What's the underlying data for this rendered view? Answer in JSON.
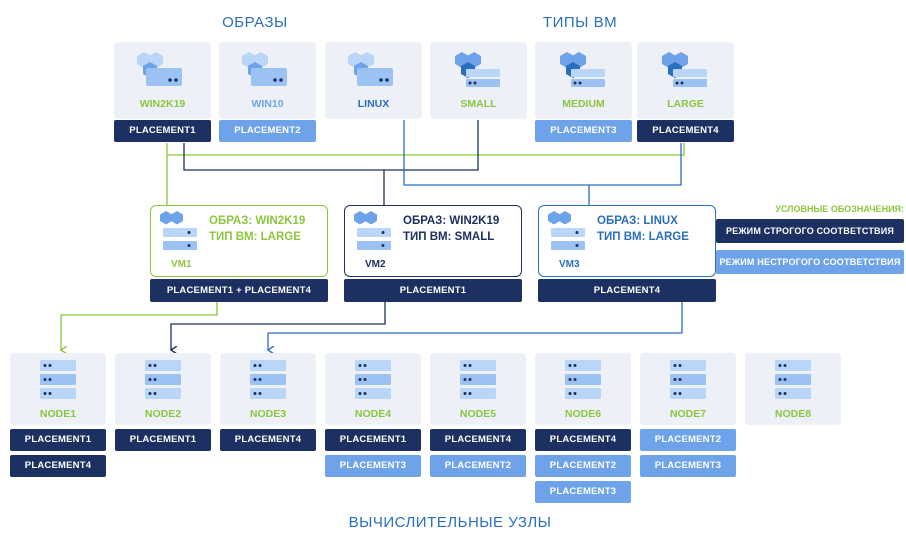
{
  "titles": {
    "images": "ОБРАЗЫ",
    "vm_types": "ТИПЫ ВМ",
    "nodes": "ВЫЧИСЛИТЕЛЬНЫЕ УЗЛЫ"
  },
  "colors": {
    "strict": "#1c3161",
    "loose": "#6ea3e9",
    "green": "#8bc63e",
    "blue": "#2a6fbe",
    "card": "#eef0f8"
  },
  "images": [
    {
      "label": "WIN2K19",
      "tag": "PLACEMENT1",
      "mode": "strict"
    },
    {
      "label": "WIN10",
      "tag": "PLACEMENT2",
      "mode": "loose"
    },
    {
      "label": "LINUX",
      "tag": "",
      "mode": ""
    }
  ],
  "vm_types": [
    {
      "label": "SMALL",
      "tag": "",
      "mode": ""
    },
    {
      "label": "MEDIUM",
      "tag": "PLACEMENT3",
      "mode": "loose"
    },
    {
      "label": "LARGE",
      "tag": "PLACEMENT4",
      "mode": "strict"
    }
  ],
  "vms": [
    {
      "name": "VM1",
      "image_line": "ОБРАЗ: WIN2K19",
      "type_line": "ТИП ВМ: LARGE",
      "tag": "PLACEMENT1 + PLACEMENT4"
    },
    {
      "name": "VM2",
      "image_line": "ОБРАЗ: WIN2K19",
      "type_line": "ТИП ВМ: SMALL",
      "tag": "PLACEMENT1"
    },
    {
      "name": "VM3",
      "image_line": "ОБРАЗ: LINUX",
      "type_line": "ТИП ВМ: LARGE",
      "tag": "PLACEMENT4"
    }
  ],
  "legend": {
    "title": "УСЛОВНЫЕ ОБОЗНАЧЕНИЯ:",
    "strict": "РЕЖИМ СТРОГОГО СООТВЕТСТВИЯ",
    "loose": "РЕЖИМ НЕСТРОГОГО СООТВЕТСТВИЯ"
  },
  "nodes": [
    {
      "label": "NODE1",
      "tags": [
        {
          "text": "PLACEMENT1",
          "mode": "strict"
        },
        {
          "text": "PLACEMENT4",
          "mode": "strict"
        }
      ]
    },
    {
      "label": "NODE2",
      "tags": [
        {
          "text": "PLACEMENT1",
          "mode": "strict"
        }
      ]
    },
    {
      "label": "NODE3",
      "tags": [
        {
          "text": "PLACEMENT4",
          "mode": "strict"
        }
      ]
    },
    {
      "label": "NODE4",
      "tags": [
        {
          "text": "PLACEMENT1",
          "mode": "strict"
        },
        {
          "text": "PLACEMENT3",
          "mode": "loose"
        }
      ]
    },
    {
      "label": "NODE5",
      "tags": [
        {
          "text": "PLACEMENT4",
          "mode": "strict"
        },
        {
          "text": "PLACEMENT2",
          "mode": "loose"
        }
      ]
    },
    {
      "label": "NODE6",
      "tags": [
        {
          "text": "PLACEMENT4",
          "mode": "strict"
        },
        {
          "text": "PLACEMENT2",
          "mode": "loose"
        },
        {
          "text": "PLACEMENT3",
          "mode": "loose"
        }
      ]
    },
    {
      "label": "NODE7",
      "tags": [
        {
          "text": "PLACEMENT2",
          "mode": "loose"
        },
        {
          "text": "PLACEMENT3",
          "mode": "loose"
        }
      ]
    },
    {
      "label": "NODE8",
      "tags": []
    }
  ]
}
